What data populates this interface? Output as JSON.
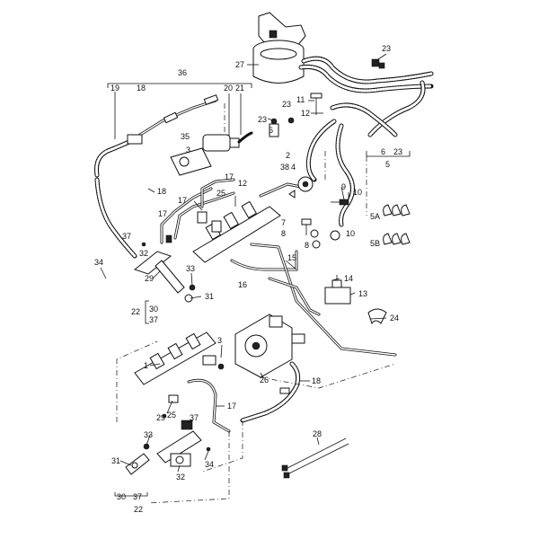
{
  "diagram": {
    "labels": {
      "l23a": "23",
      "l27": "27",
      "l36": "36",
      "l19": "19",
      "l18a": "18",
      "l20": "20",
      "l21": "21",
      "l11": "11",
      "l23b": "23",
      "l12a": "12",
      "l23c": "23",
      "l6": "6",
      "l35": "35",
      "l6b": "6",
      "l23d": "23",
      "l5": "5",
      "l3a": "3",
      "l2": "2",
      "l38": "38",
      "l4": "4",
      "l9": "9",
      "l10a": "10",
      "l17a": "17",
      "l12b": "12",
      "l18b": "18",
      "l25a": "25",
      "l17b": "17",
      "l17c": "17",
      "l7": "7",
      "l5A": "5A",
      "l8a": "8",
      "l8b": "8",
      "l10b": "10",
      "l5B": "5B",
      "l37a": "37",
      "l32a": "32",
      "l15": "15",
      "l34a": "34",
      "l33a": "33",
      "l14": "14",
      "l29a": "29",
      "l16": "16",
      "l13": "13",
      "l31a": "31",
      "l22a": "22",
      "l30a": "30",
      "l37b": "37",
      "l24": "24",
      "l3b": "3",
      "l1": "1",
      "l26": "26",
      "l18c": "18",
      "l17d": "17",
      "l25b": "25",
      "l29b": "29",
      "l37c": "37",
      "l33b": "33",
      "l34b": "34",
      "l31b": "31",
      "l32b": "32",
      "l28": "28",
      "l30b": "30",
      "l37d": "37",
      "l22b": "22"
    }
  }
}
